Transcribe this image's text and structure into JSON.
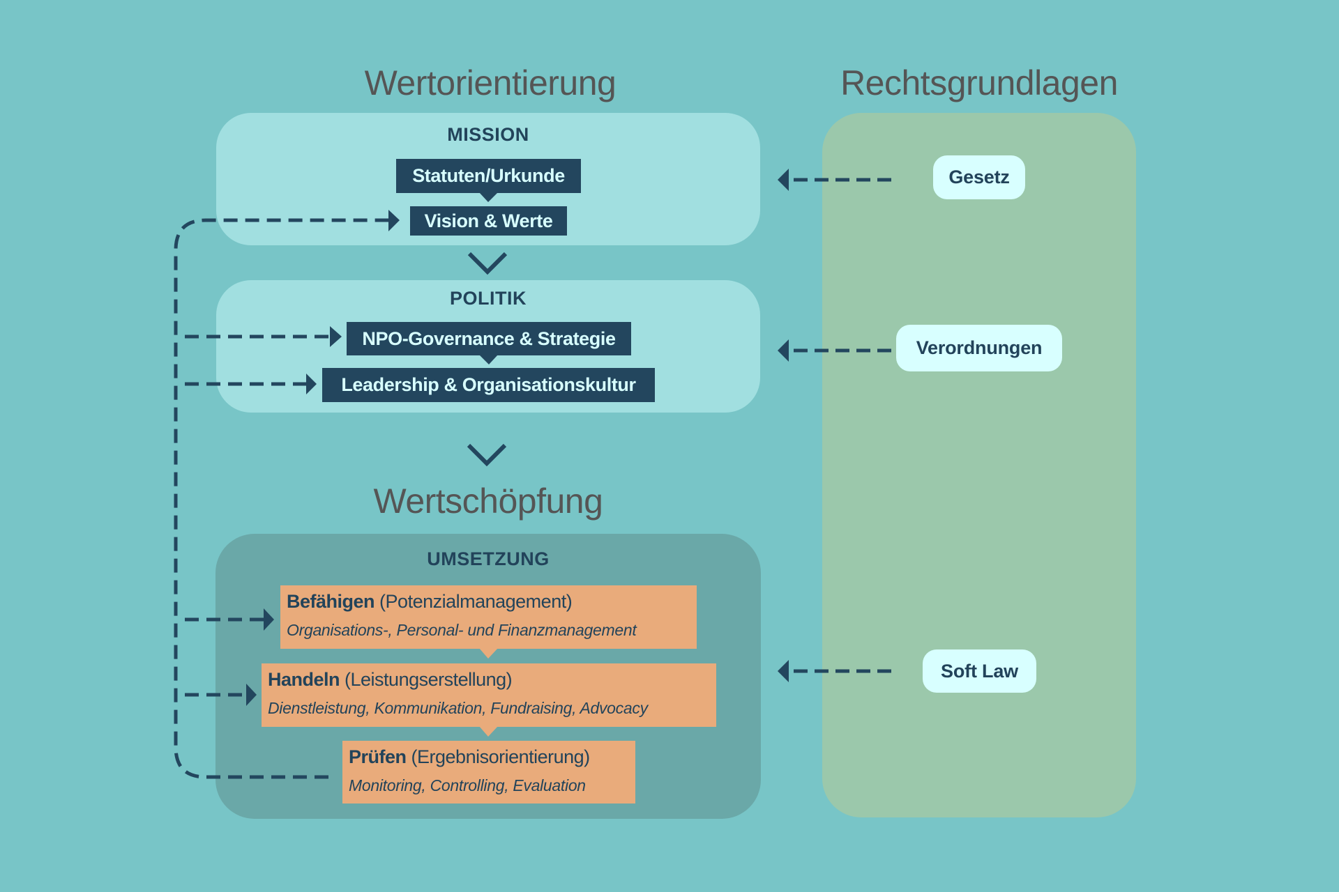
{
  "titles": {
    "wertorientierung": "Wertorientierung",
    "rechtsgrundlagen": "Rechtsgrundlagen",
    "wertschoepfung": "Wertschöpfung"
  },
  "mission": {
    "label": "MISSION",
    "items": [
      "Statuten/Urkunde",
      "Vision & Werte"
    ]
  },
  "politik": {
    "label": "POLITIK",
    "items": [
      "NPO-Governance & Strategie",
      "Leadership & Organisationskultur"
    ]
  },
  "umsetzung": {
    "label": "UMSETZUNG",
    "items": [
      {
        "title": "Befähigen",
        "paren": "(Potenzialmanagement)",
        "sub": "Organisations-, Personal- und Finanzmanagement"
      },
      {
        "title": "Handeln",
        "paren": "(Leistungserstellung)",
        "sub": "Dienstleistung, Kommunikation, Fundraising, Advocacy"
      },
      {
        "title": "Prüfen",
        "paren": "(Ergebnisorientierung)",
        "sub": "Monitoring, Controlling, Evaluation"
      }
    ]
  },
  "rechtsgrundlagen": {
    "items": [
      "Gesetz",
      "Verordnungen",
      "Soft Law"
    ]
  },
  "colors": {
    "background": "#78c5c7",
    "light_panel": "#a1dfe0",
    "umsetzung_panel": "#6aa8a8",
    "legal_panel": "#9bc8ab",
    "navy": "#23465e",
    "orange": "#e9ab7b",
    "pill": "#d8ffff",
    "title_text": "#555555"
  }
}
